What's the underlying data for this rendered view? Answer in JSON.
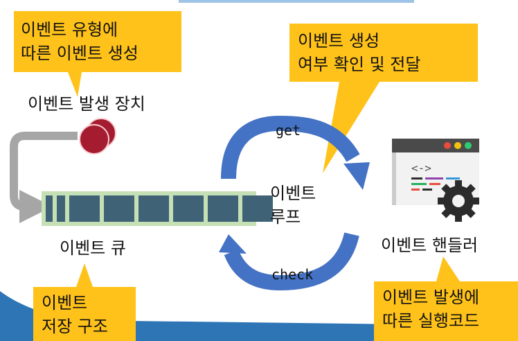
{
  "colors": {
    "callout_fill": "#FFC21A",
    "arrow_blue": "#4472C4",
    "queue_cell": "#3F6277",
    "queue_border": "#C5E0B4",
    "device_red": "#A51C30",
    "elbow_arrow": "#A6A6A6",
    "bottom_wave": "#2E75B6"
  },
  "callouts": {
    "event_type": "이벤트 유형에\n따른 이벤트 생성",
    "event_check": "이벤트 생성\n여부 확인 및 전달",
    "queue_struct": "이벤트\n저장 구조",
    "handler_code": "이벤트 발생에\n따른 실행코드"
  },
  "labels": {
    "device": "이벤트 발생 장치",
    "queue": "이벤트 큐",
    "loop": "이벤트\n루프",
    "handler": "이벤트 핸들러",
    "get": "get",
    "check": "check"
  },
  "handler_icon": {
    "code_symbol": "<->",
    "icon": "code-window-with-gear-icon"
  },
  "queue": {
    "cells": 8
  }
}
